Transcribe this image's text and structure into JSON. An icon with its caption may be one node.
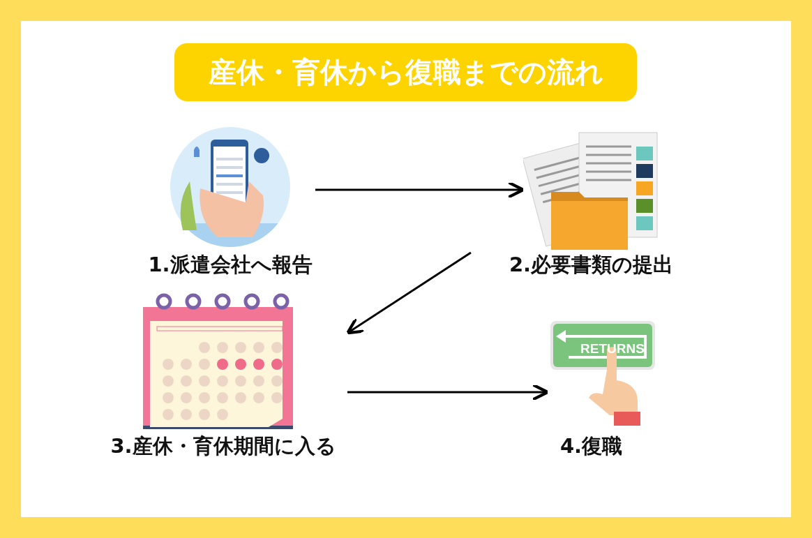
{
  "diagram": {
    "title": "産休・育休から復職までの流れ",
    "nodes": [
      {
        "text": [
          "1.派遣会社へ報告"
        ]
      },
      {
        "text": [
          "2.必要書類の提出"
        ]
      },
      {
        "text": [
          "3.産休・育休期間に入る"
        ]
      },
      {
        "text": [
          "4.復職"
        ]
      }
    ],
    "edges": [
      {
        "from": 0,
        "to": 1,
        "arrow": "to"
      },
      {
        "from": 1,
        "to": 2,
        "arrow": "to"
      },
      {
        "from": 2,
        "to": 3,
        "arrow": "to"
      }
    ],
    "labels": [
      "RETURNS"
    ]
  }
}
